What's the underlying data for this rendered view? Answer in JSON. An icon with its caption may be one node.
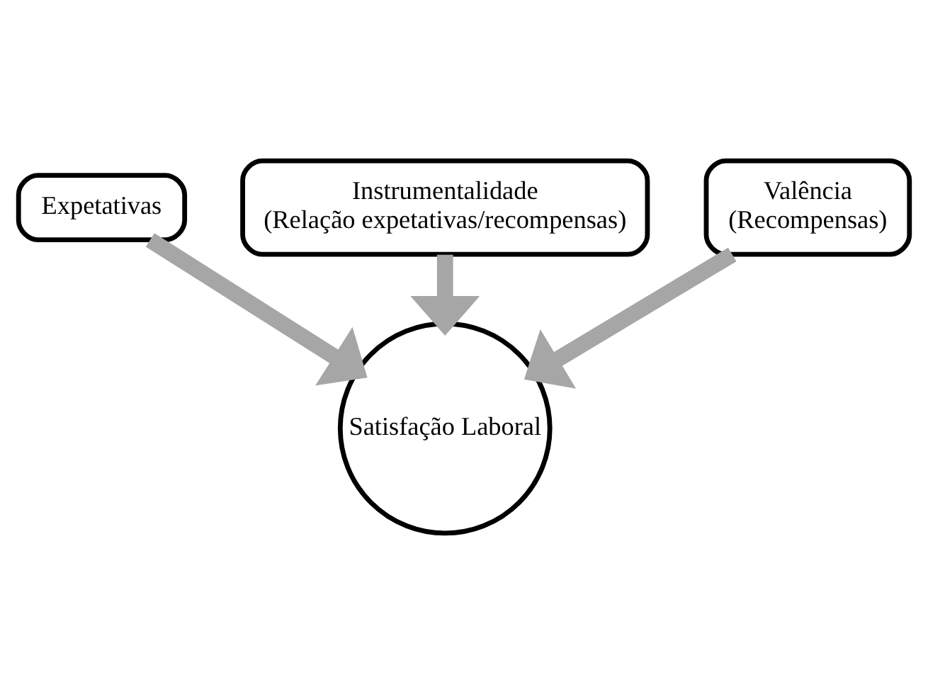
{
  "diagram": {
    "nodes": [
      {
        "text": [
          "Expetativas"
        ]
      },
      {
        "text": [
          "Instrumentalidade",
          "(Relação expetativas/recompensas)"
        ]
      },
      {
        "text": [
          "Valência",
          "(Recompensas)"
        ]
      },
      {
        "text": [
          "Satisfação Laboral"
        ]
      }
    ],
    "edges": [
      {
        "from": 0,
        "to": 3,
        "arrow": "to"
      },
      {
        "from": 1,
        "to": 3,
        "arrow": "to"
      },
      {
        "from": 2,
        "to": 3,
        "arrow": "to"
      }
    ]
  }
}
